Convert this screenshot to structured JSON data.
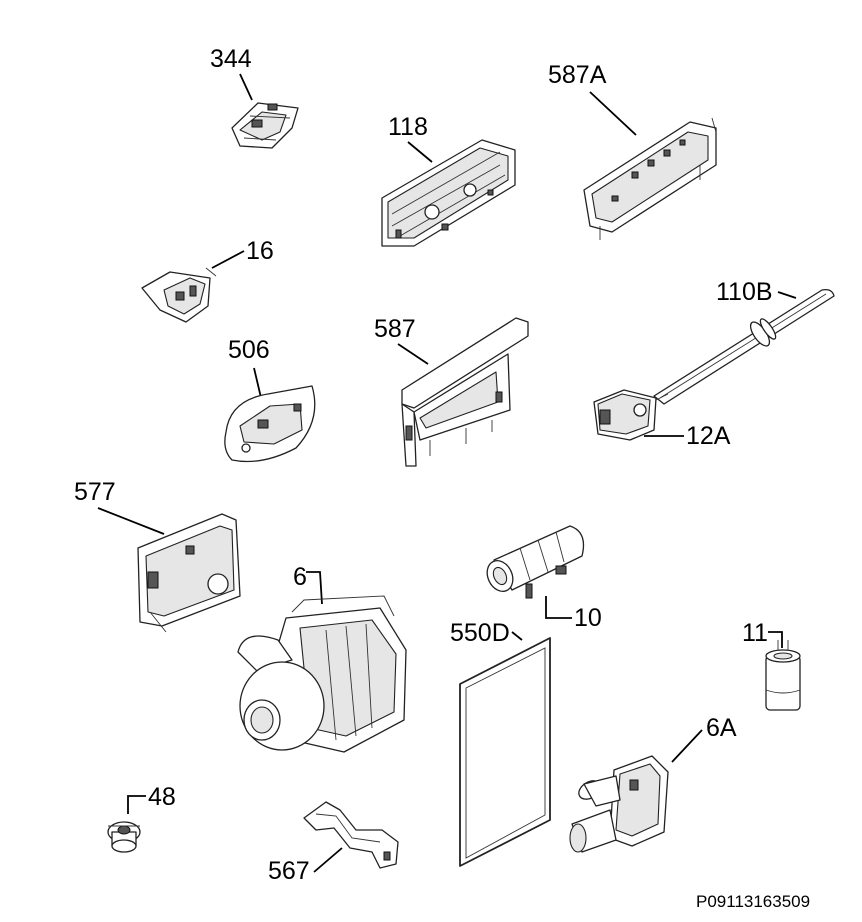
{
  "parts": [
    {
      "id": "p344",
      "label": "344",
      "icon": "latch-icon"
    },
    {
      "id": "p118",
      "label": "118",
      "icon": "control-board-icon"
    },
    {
      "id": "p587A",
      "label": "587A",
      "icon": "user-interface-board-icon"
    },
    {
      "id": "p16",
      "label": "16",
      "icon": "door-switch-icon"
    },
    {
      "id": "p110B",
      "label": "110B",
      "icon": "hose-icon"
    },
    {
      "id": "p587",
      "label": "587",
      "icon": "bracket-board-icon"
    },
    {
      "id": "p506",
      "label": "506",
      "icon": "dispenser-icon"
    },
    {
      "id": "p12A",
      "label": "12A",
      "icon": "pressure-switch-icon"
    },
    {
      "id": "p577",
      "label": "577",
      "icon": "module-icon"
    },
    {
      "id": "p6",
      "label": "6",
      "icon": "circulation-pump-icon"
    },
    {
      "id": "p10",
      "label": "10",
      "icon": "heater-icon"
    },
    {
      "id": "p550D",
      "label": "550D",
      "icon": "document-icon"
    },
    {
      "id": "p11",
      "label": "11",
      "icon": "capacitor-icon"
    },
    {
      "id": "p6A",
      "label": "6A",
      "icon": "drain-pump-icon"
    },
    {
      "id": "p48",
      "label": "48",
      "icon": "valve-icon"
    },
    {
      "id": "p567",
      "label": "567",
      "icon": "cable-clamp-icon"
    }
  ],
  "reference": "P09113163509"
}
